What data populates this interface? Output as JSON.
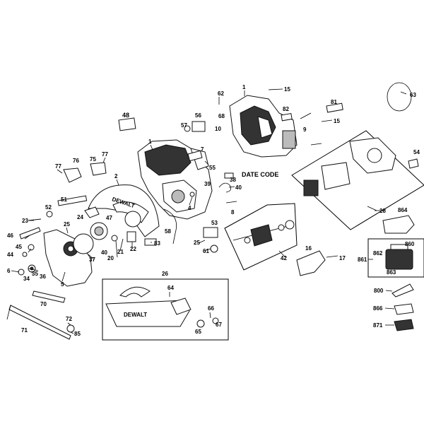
{
  "callouts": {
    "c1a": "1",
    "c1b": "1",
    "c2": "2",
    "c4": "4",
    "c5": "5",
    "c6": "6",
    "c7": "7",
    "c8": "8",
    "c9": "9",
    "c10": "10",
    "c15a": "15",
    "c15b": "15",
    "c16": "16",
    "c17": "17",
    "c20": "20",
    "c21": "21",
    "c22": "22",
    "c23": "23",
    "c24": "24",
    "c25a": "25",
    "c25b": "25",
    "c26": "26",
    "c28": "28",
    "c34": "34",
    "c35": "35",
    "c36": "36",
    "c37": "37",
    "c38": "38",
    "c39": "39",
    "c40a": "40",
    "c40b": "40",
    "c42": "42",
    "c44": "44",
    "c45": "45",
    "c46": "46",
    "c47": "47",
    "c48": "48",
    "c51": "51",
    "c52": "52",
    "c53": "53",
    "c54": "54",
    "c55": "55",
    "c56": "56",
    "c57": "57",
    "c58": "58",
    "c61": "61",
    "c62": "62",
    "c63": "63",
    "c64": "64",
    "c65": "65",
    "c66": "66",
    "c67": "67",
    "c68": "68",
    "c70": "70",
    "c71": "71",
    "c72": "72",
    "c75": "75",
    "c76": "76",
    "c77a": "77",
    "c77b": "77",
    "c81": "81",
    "c82": "82",
    "c83": "83",
    "c85": "85",
    "c800": "800",
    "c860": "860",
    "c861": "861",
    "c862": "862",
    "c863": "863",
    "c864": "864",
    "c866": "866",
    "c871": "871"
  },
  "annotations": {
    "date_code": "DATE CODE"
  },
  "branding": {
    "blade_guard_logo": "DEWALT",
    "base_logo": "DEWALT"
  }
}
